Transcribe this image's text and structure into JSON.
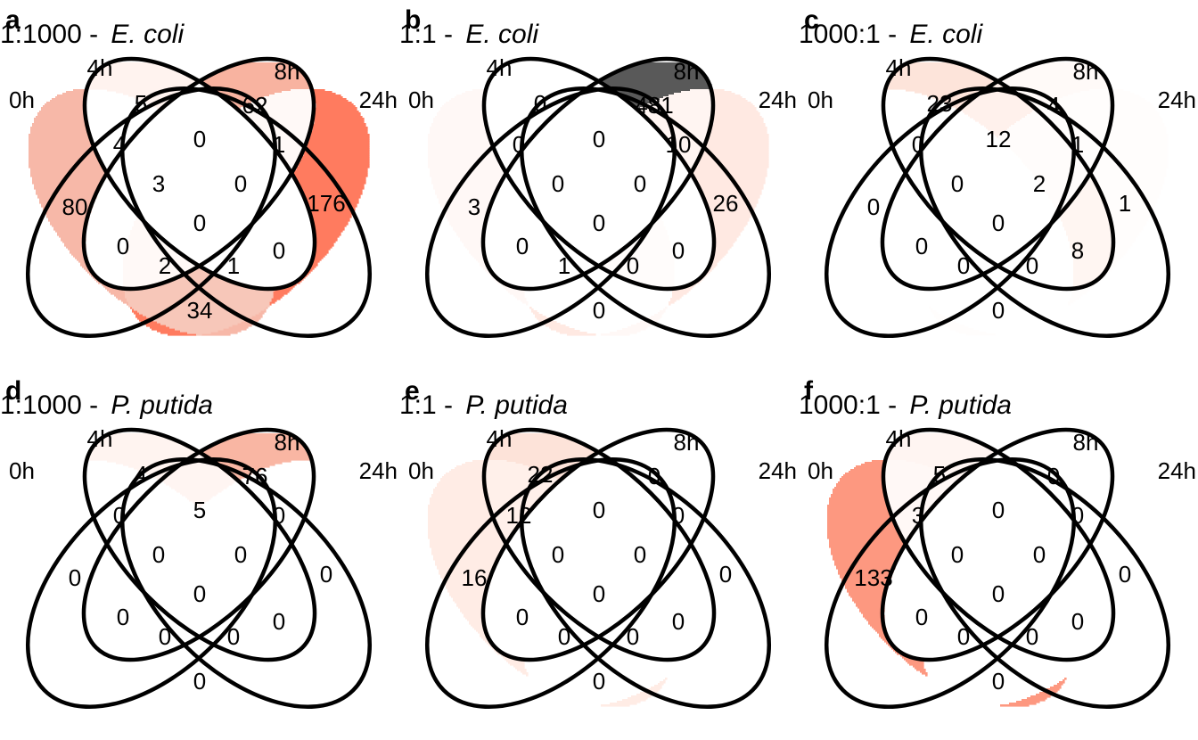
{
  "panels": [
    {
      "letter": "a",
      "prefix": "1:1000 -",
      "organism": "E. coli",
      "sets": [
        "0h",
        "4h",
        "8h",
        "24h"
      ],
      "counts": {
        "A": "80",
        "B": "5",
        "C": "62",
        "D": "176",
        "AB": "4",
        "AC": "0",
        "AD": "34",
        "BC": "0",
        "BD": "0",
        "CD": "1",
        "ABC": "3",
        "ABD": "2",
        "ACD": "1",
        "BCD": "0",
        "ABCD": "0"
      },
      "colors": {
        "A": "#f7b8a8",
        "B": "#fff3ef",
        "C": "#f8b3a0",
        "D": "#ff7b5f",
        "AB": "#ffffff",
        "AC": "#ffffff",
        "AD": "#f7c7b9",
        "BC": "#ffffff",
        "BD": "#ffffff",
        "CD": "#fff9f7",
        "ABC": "#ffffff",
        "ABD": "#ffffff",
        "ACD": "#fff9f7",
        "BCD": "#ffffff",
        "ABCD": "#ffffff"
      }
    },
    {
      "letter": "b",
      "prefix": "1:1 -",
      "organism": "E. coli",
      "sets": [
        "0h",
        "4h",
        "8h",
        "24h"
      ],
      "counts": {
        "A": "3",
        "B": "0",
        "C": "481",
        "D": "26",
        "AB": "0",
        "AC": "0",
        "AD": "0",
        "BC": "0",
        "BD": "0",
        "CD": "10",
        "ABC": "0",
        "ABD": "1",
        "ACD": "0",
        "BCD": "0",
        "ABCD": "0"
      },
      "colors": {
        "A": "#fff8f6",
        "B": "#ffffff",
        "C": "#595959",
        "D": "#ffe9e2",
        "AB": "#ffffff",
        "AC": "#ffffff",
        "AD": "#ffffff",
        "BC": "#ffffff",
        "BD": "#ffffff",
        "CD": "#fff5f2",
        "ABC": "#ffffff",
        "ABD": "#fffcfb",
        "ACD": "#ffffff",
        "BCD": "#ffffff",
        "ABCD": "#ffffff"
      }
    },
    {
      "letter": "c",
      "prefix": "1000:1 -",
      "organism": "E. coli",
      "sets": [
        "0h",
        "4h",
        "8h",
        "24h"
      ],
      "counts": {
        "A": "0",
        "B": "23",
        "C": "4",
        "D": "1",
        "AB": "0",
        "AC": "0",
        "AD": "0",
        "BC": "12",
        "BD": "8",
        "CD": "1",
        "ABC": "0",
        "ABD": "0",
        "ACD": "0",
        "BCD": "2",
        "ABCD": "0"
      },
      "colors": {
        "A": "#ffffff",
        "B": "#fde4da",
        "C": "#fffaf8",
        "D": "#fffdfc",
        "AB": "#ffffff",
        "AC": "#ffffff",
        "AD": "#ffffff",
        "BC": "#fff1ec",
        "BD": "#fff6f2",
        "CD": "#fffdfc",
        "ABC": "#ffffff",
        "ABD": "#ffffff",
        "ACD": "#ffffff",
        "BCD": "#fffcfb",
        "ABCD": "#ffffff"
      }
    },
    {
      "letter": "d",
      "prefix": "1:1000 -",
      "organism": "P. putida",
      "sets": [
        "0h",
        "4h",
        "8h",
        "24h"
      ],
      "counts": {
        "A": "0",
        "B": "4",
        "C": "76",
        "D": "0",
        "AB": "0",
        "AC": "0",
        "AD": "0",
        "BC": "5",
        "BD": "0",
        "CD": "0",
        "ABC": "0",
        "ABD": "0",
        "ACD": "0",
        "BCD": "0",
        "ABCD": "0"
      },
      "colors": {
        "A": "#ffffff",
        "B": "#fff4f0",
        "C": "#f9b6a3",
        "D": "#ffffff",
        "AB": "#ffffff",
        "AC": "#ffffff",
        "AD": "#ffffff",
        "BC": "#fff5f2",
        "BD": "#ffffff",
        "CD": "#ffffff",
        "ABC": "#ffffff",
        "ABD": "#ffffff",
        "ACD": "#ffffff",
        "BCD": "#ffffff",
        "ABCD": "#ffffff"
      }
    },
    {
      "letter": "e",
      "prefix": "1:1 -",
      "organism": "P. putida",
      "sets": [
        "0h",
        "4h",
        "8h",
        "24h"
      ],
      "counts": {
        "A": "16",
        "B": "22",
        "C": "0",
        "D": "0",
        "AB": "12",
        "AC": "0",
        "AD": "0",
        "BC": "0",
        "BD": "0",
        "CD": "0",
        "ABC": "0",
        "ABD": "0",
        "ACD": "0",
        "BCD": "0",
        "ABCD": "0"
      },
      "colors": {
        "A": "#ffece5",
        "B": "#fde3d9",
        "C": "#ffffff",
        "D": "#ffffff",
        "AB": "#fff0ea",
        "AC": "#ffffff",
        "AD": "#ffffff",
        "BC": "#ffffff",
        "BD": "#ffffff",
        "CD": "#ffffff",
        "ABC": "#ffffff",
        "ABD": "#ffffff",
        "ACD": "#ffffff",
        "BCD": "#ffffff",
        "ABCD": "#ffffff"
      }
    },
    {
      "letter": "f",
      "prefix": "1000:1 -",
      "organism": "P. putida",
      "sets": [
        "0h",
        "4h",
        "8h",
        "24h"
      ],
      "counts": {
        "A": "133",
        "B": "5",
        "C": "0",
        "D": "0",
        "AB": "3",
        "AC": "0",
        "AD": "0",
        "BC": "0",
        "BD": "0",
        "CD": "0",
        "ABC": "0",
        "ABD": "0",
        "ACD": "0",
        "BCD": "0",
        "ABCD": "0"
      },
      "colors": {
        "A": "#fd9880",
        "B": "#fff5f2",
        "C": "#ffffff",
        "D": "#ffffff",
        "AB": "#fff8f6",
        "AC": "#ffffff",
        "AD": "#ffffff",
        "BC": "#ffffff",
        "BD": "#ffffff",
        "CD": "#ffffff",
        "ABC": "#ffffff",
        "ABD": "#ffffff",
        "ACD": "#ffffff",
        "BCD": "#ffffff",
        "ABCD": "#ffffff"
      }
    }
  ]
}
